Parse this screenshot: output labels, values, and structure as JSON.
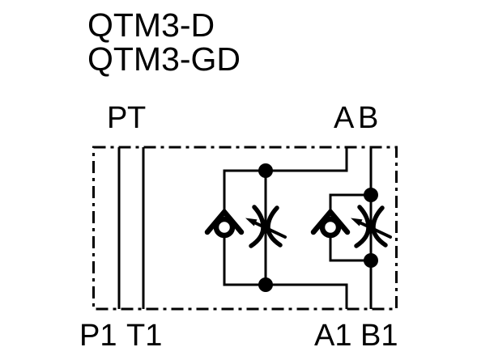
{
  "title": {
    "line1": "QTM3-D",
    "line2": "QTM3-GD"
  },
  "ports": {
    "top": [
      "P",
      "T",
      "A",
      "B"
    ],
    "bottom": [
      "P1",
      "T1",
      "A1",
      "B1"
    ]
  },
  "colors": {
    "line": "#000000",
    "background": "#ffffff"
  },
  "diagram": {
    "type": "hydraulic-schematic",
    "description": "Modular sandwich plate flow-control valve schematic: P and T passages run straight through; A and B lines each contain a check valve in parallel with an adjustable throttle (one-way flow regulator).",
    "symbols": [
      {
        "line": "A",
        "elements": [
          "check-valve",
          "adjustable-throttle"
        ]
      },
      {
        "line": "B",
        "elements": [
          "check-valve",
          "adjustable-throttle"
        ]
      }
    ],
    "junction_dots": 4
  }
}
